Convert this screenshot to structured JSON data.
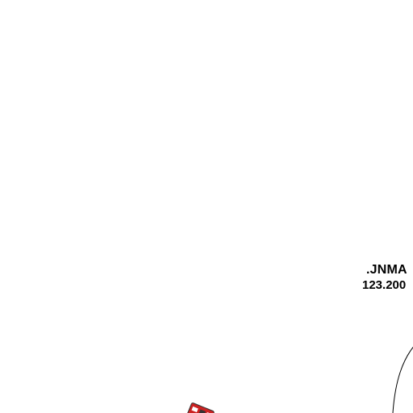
{
  "map": {
    "background_color": "#ffffff",
    "line_color": "#000000",
    "marker_colors": [
      "#cc2222",
      "#333333",
      "#ffffff"
    ]
  },
  "station": {
    "name": ".JNMA",
    "frequency": "123.200"
  },
  "symbols": {
    "arc": "airspace-boundary-arc",
    "marker": "aerodrome-marker-icon"
  }
}
